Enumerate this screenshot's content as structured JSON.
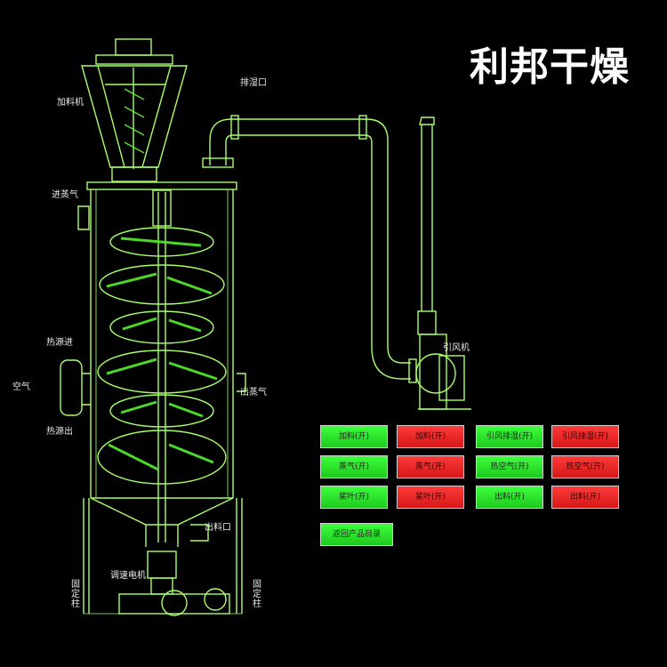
{
  "title": "利邦干燥",
  "labels": {
    "feeder": "加料机",
    "exhaust": "排湿口",
    "steam_in": "进蒸气",
    "heat_in": "热源进",
    "air": "空气",
    "heat_out": "热源出",
    "steam_out": "出蒸气",
    "fan": "引风机",
    "discharge": "出料口",
    "motor": "调速电机",
    "leg_left": "固定柱",
    "leg_right": "固定柱"
  },
  "buttons": {
    "feed_on": "加料(开)",
    "feed_off": "加料(开)",
    "fan_on": "引风排湿(开)",
    "fan_off": "引风排湿(开)",
    "steam_on": "蒸气(开)",
    "steam_off": "蒸气(开)",
    "hot_on": "热空气(开)",
    "hot_off": "热空气(开)",
    "blade_on": "桨叶(开)",
    "blade_off": "桨叶(开)",
    "out_on": "出料(开)",
    "out_off": "出料(开)",
    "back": "返回产品目录"
  },
  "colors": {
    "line": "#9cff5a",
    "blade": "#4cd82a",
    "on": "#2ee82e",
    "off": "#e62626"
  }
}
